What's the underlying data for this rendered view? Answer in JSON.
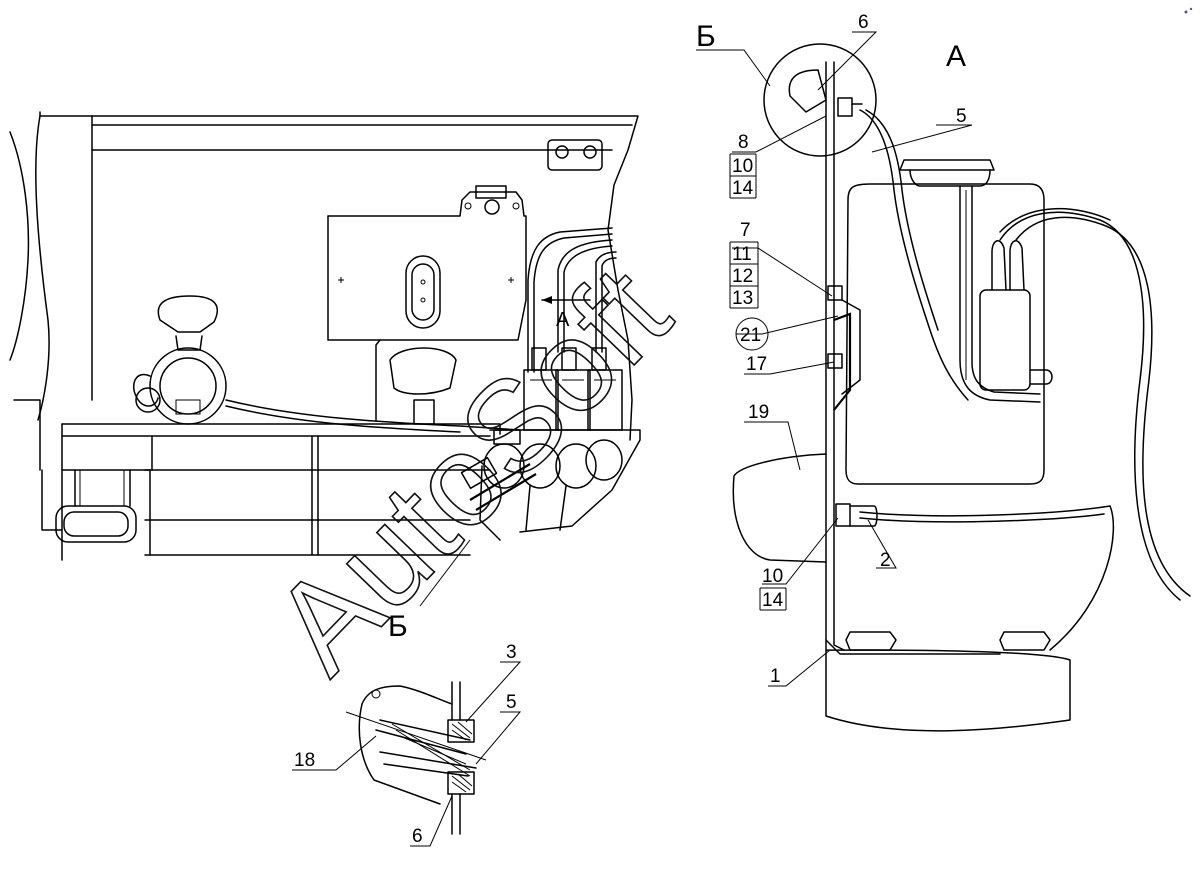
{
  "views": {
    "view_a": "А",
    "view_b": "Б",
    "view_b_detail": "Б",
    "arrow_a": "А"
  },
  "parts": {
    "p1": "1",
    "p2": "2",
    "p3": "3",
    "p5_detail": "5",
    "p5": "5",
    "p6_detail": "6",
    "p6": "6",
    "p7": "7",
    "p8": "8",
    "p10a": "10",
    "p10b": "10",
    "p11": "11",
    "p12": "12",
    "p13": "13",
    "p14a": "14",
    "p14b": "14",
    "p17": "17",
    "p18": "18",
    "p19": "19",
    "p21": "21"
  },
  "watermark": {
    "text": "AutoSoft"
  }
}
